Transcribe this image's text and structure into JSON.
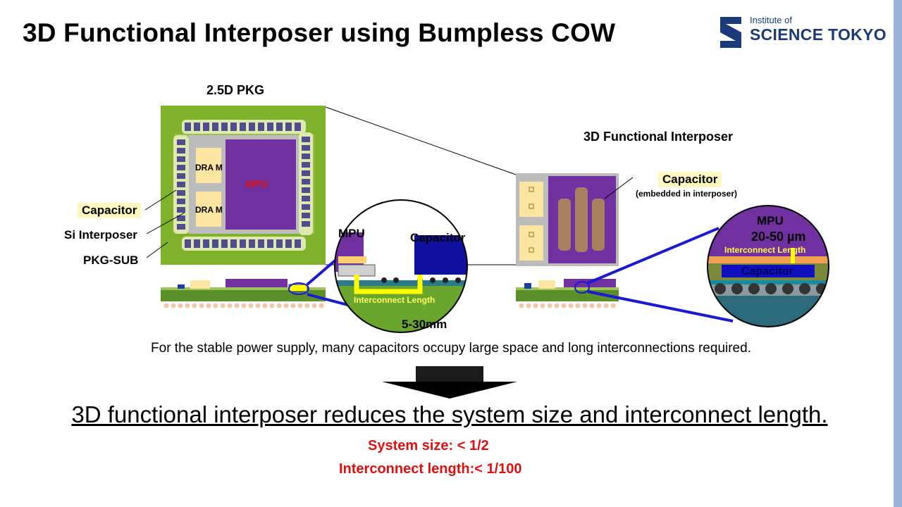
{
  "title": "3D Functional Interposer using Bumpless COW",
  "logo": {
    "line1": "Institute of",
    "line2": "SCIENCE TOKYO",
    "color": "#1b3a7a"
  },
  "left_diagram": {
    "heading": "2.5D PKG",
    "chip_labels": {
      "dram_top": "DRA M",
      "dram_bottom": "DRA M",
      "mpu": "MPU"
    },
    "callouts": {
      "capacitor": "Capacitor",
      "si_interposer": "Si Interposer",
      "pkg_sub": "PKG-SUB"
    },
    "zoom": {
      "mpu": "MPU",
      "capacitor": "Capacitor",
      "interconnect": "Interconnect Length",
      "length": "5-30mm"
    }
  },
  "right_diagram": {
    "heading": "3D Functional Interposer",
    "capacitor_label": "Capacitor",
    "capacitor_note": "(embedded in interposer)",
    "zoom": {
      "mpu": "MPU",
      "length": "20-50 µm",
      "interconnect": "Interconnect Length",
      "capacitor": "Capacitor"
    }
  },
  "description": "For the stable power supply, many capacitors occupy large space and long interconnections required.",
  "conclusion": "3D functional interposer reduces the system size and interconnect length.",
  "results": {
    "system_size": "System size: < 1/2",
    "interconnect_length": "Interconnect length:< 1/100"
  },
  "colors": {
    "pkg_green": "#7fb22a",
    "mpu_purple": "#7030a0",
    "dram_yellow": "#fbe5a0",
    "highlight_yellow": "#ffff00",
    "red_text": "#e01010",
    "zoom_outline": "#1a1ad0"
  }
}
